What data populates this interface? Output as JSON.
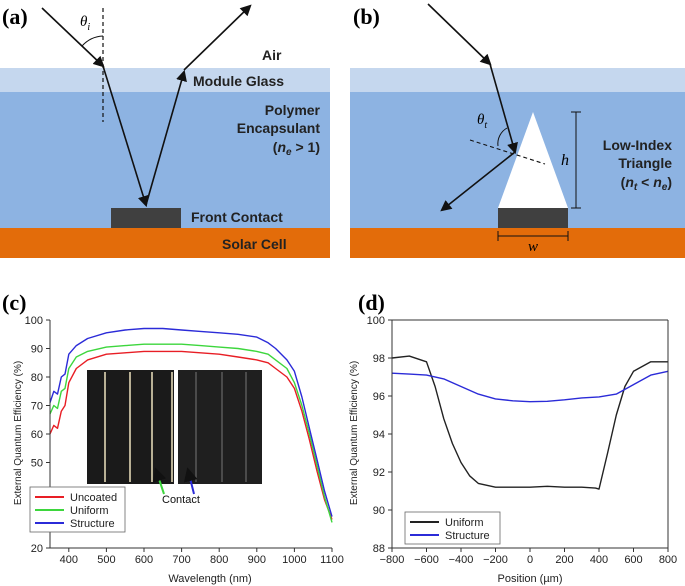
{
  "panels": {
    "a": {
      "label": "(a)",
      "layers": {
        "air": "Air",
        "glass": "Module Glass",
        "encapsulant_1": "Polymer",
        "encapsulant_2": "Encapsulant",
        "encapsulant_ne_pre": "(",
        "encapsulant_ne_n": "n",
        "encapsulant_ne_sub": "e",
        "encapsulant_ne_post": " > 1)",
        "contact": "Front Contact",
        "cell": "Solar Cell"
      },
      "angle": {
        "symbol": "θ",
        "sub": "i"
      }
    },
    "b": {
      "label": "(b)",
      "triangle_1": "Low-Index",
      "triangle_2": "Triangle",
      "triangle_n_pre": "(",
      "triangle_n_t": "n",
      "triangle_n_t_sub": "t",
      "triangle_lt": " < ",
      "triangle_n_e": "n",
      "triangle_n_e_sub": "e",
      "triangle_n_post": ")",
      "height_label": "h",
      "width_label": "w",
      "angle": {
        "symbol": "θ",
        "sub": "t"
      }
    }
  },
  "colors": {
    "air": "#ffffff",
    "glass": "#c5d7ee",
    "encapsulant": "#8db3e2",
    "cell": "#e36c0a",
    "contact": "#404040",
    "uncoated": "#e81e25",
    "uniform": "#3dd63d",
    "structure": "#2b2bd8",
    "uniform_d": "#222222"
  },
  "chart_data": [
    {
      "panel_label": "(c)",
      "type": "line",
      "xlabel": "Wavelength (nm)",
      "ylabel": "External Quantum Efficiency (%)",
      "xlim": [
        350,
        1100
      ],
      "ylim": [
        20,
        100
      ],
      "xticks": [
        400,
        500,
        600,
        700,
        800,
        900,
        1000,
        1100
      ],
      "yticks": [
        20,
        30,
        40,
        50,
        60,
        70,
        80,
        90,
        100
      ],
      "legend_position": "bottom-left",
      "inset_annotation": "Contact",
      "series": [
        {
          "name": "Uncoated",
          "color_key": "uncoated",
          "x": [
            350,
            360,
            370,
            380,
            390,
            400,
            420,
            450,
            500,
            550,
            600,
            650,
            700,
            750,
            800,
            850,
            900,
            930,
            950,
            980,
            1000,
            1020,
            1040,
            1060,
            1080,
            1100
          ],
          "y": [
            60,
            63,
            62,
            68,
            70,
            78,
            83,
            86,
            88,
            88.5,
            89,
            89,
            89,
            88.5,
            88,
            87,
            86,
            85,
            83,
            80,
            76,
            68,
            58,
            47,
            37,
            30
          ]
        },
        {
          "name": "Uniform",
          "color_key": "uniform",
          "x": [
            350,
            360,
            370,
            380,
            390,
            400,
            420,
            450,
            500,
            550,
            600,
            650,
            700,
            750,
            800,
            850,
            900,
            930,
            950,
            980,
            1000,
            1020,
            1040,
            1060,
            1080,
            1100
          ],
          "y": [
            67,
            70,
            69,
            75,
            76,
            83,
            87,
            89,
            90.5,
            91,
            91.5,
            91.5,
            91.5,
            91,
            90.5,
            90,
            89,
            88,
            86,
            83,
            78,
            70,
            60,
            49,
            38,
            29
          ]
        },
        {
          "name": "Structure",
          "color_key": "structure",
          "x": [
            350,
            360,
            370,
            380,
            390,
            400,
            420,
            450,
            500,
            550,
            600,
            650,
            700,
            750,
            800,
            850,
            900,
            930,
            950,
            980,
            1000,
            1020,
            1040,
            1060,
            1080,
            1100
          ],
          "y": [
            71,
            75,
            74,
            80,
            81,
            88,
            91,
            93.5,
            95.5,
            96.5,
            97,
            97,
            96.5,
            96,
            95.5,
            95,
            94,
            92,
            90,
            86,
            82,
            73,
            62,
            51,
            40,
            31
          ]
        }
      ]
    },
    {
      "panel_label": "(d)",
      "type": "line",
      "xlabel": "Position (µm)",
      "ylabel": "External Quantum Efficiency (%)",
      "xlim": [
        -800,
        800
      ],
      "ylim": [
        88,
        100
      ],
      "xticks": [
        -800,
        -600,
        -400,
        -200,
        0,
        200,
        400,
        600,
        800
      ],
      "yticks": [
        88,
        90,
        92,
        94,
        96,
        98,
        100
      ],
      "legend_position": "bottom-left",
      "series": [
        {
          "name": "Uniform",
          "color_key": "uniform_d",
          "x": [
            -800,
            -700,
            -600,
            -550,
            -500,
            -450,
            -400,
            -350,
            -300,
            -200,
            -100,
            0,
            100,
            200,
            300,
            380,
            400,
            450,
            500,
            550,
            600,
            700,
            800
          ],
          "y": [
            98,
            98.1,
            97.8,
            96.5,
            94.8,
            93.5,
            92.5,
            91.8,
            91.4,
            91.2,
            91.2,
            91.2,
            91.25,
            91.2,
            91.2,
            91.15,
            91.1,
            93.0,
            95.0,
            96.5,
            97.3,
            97.8,
            97.8
          ]
        },
        {
          "name": "Structure",
          "color_key": "structure",
          "x": [
            -800,
            -700,
            -600,
            -500,
            -400,
            -300,
            -200,
            -100,
            0,
            100,
            200,
            300,
            400,
            500,
            600,
            700,
            800
          ],
          "y": [
            97.2,
            97.15,
            97.1,
            96.9,
            96.5,
            96.1,
            95.85,
            95.75,
            95.7,
            95.72,
            95.8,
            95.9,
            95.95,
            96.1,
            96.6,
            97.1,
            97.3
          ]
        }
      ]
    }
  ]
}
